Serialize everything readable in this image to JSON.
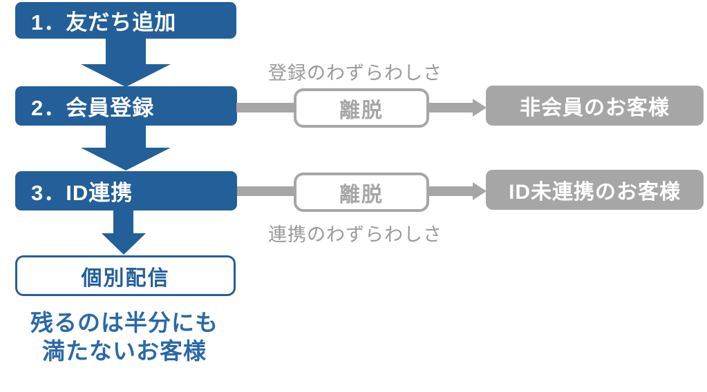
{
  "colors": {
    "blue": "#235f99",
    "gray": "#a6a6a6",
    "annotation_gray": "#9a9a9a",
    "conclusion_text_blue": "#2a69a8",
    "background": "#ffffff"
  },
  "funnel": {
    "steps": [
      {
        "label": "1．友だち追加"
      },
      {
        "label": "2．会員登録"
      },
      {
        "label": "3．ID連携"
      }
    ],
    "result": {
      "label": "個別配信"
    },
    "conclusion": {
      "line1": "残るのは半分にも",
      "line2": "満たないお客様"
    }
  },
  "branches": [
    {
      "annotation": "登録のわずらわしさ",
      "annotation_position": "above",
      "churn": "離脱",
      "outcome": "非会員のお客様"
    },
    {
      "annotation": "連携のわずらわしさ",
      "annotation_position": "below",
      "churn": "離脱",
      "outcome": "ID未連携のお客様"
    }
  ]
}
